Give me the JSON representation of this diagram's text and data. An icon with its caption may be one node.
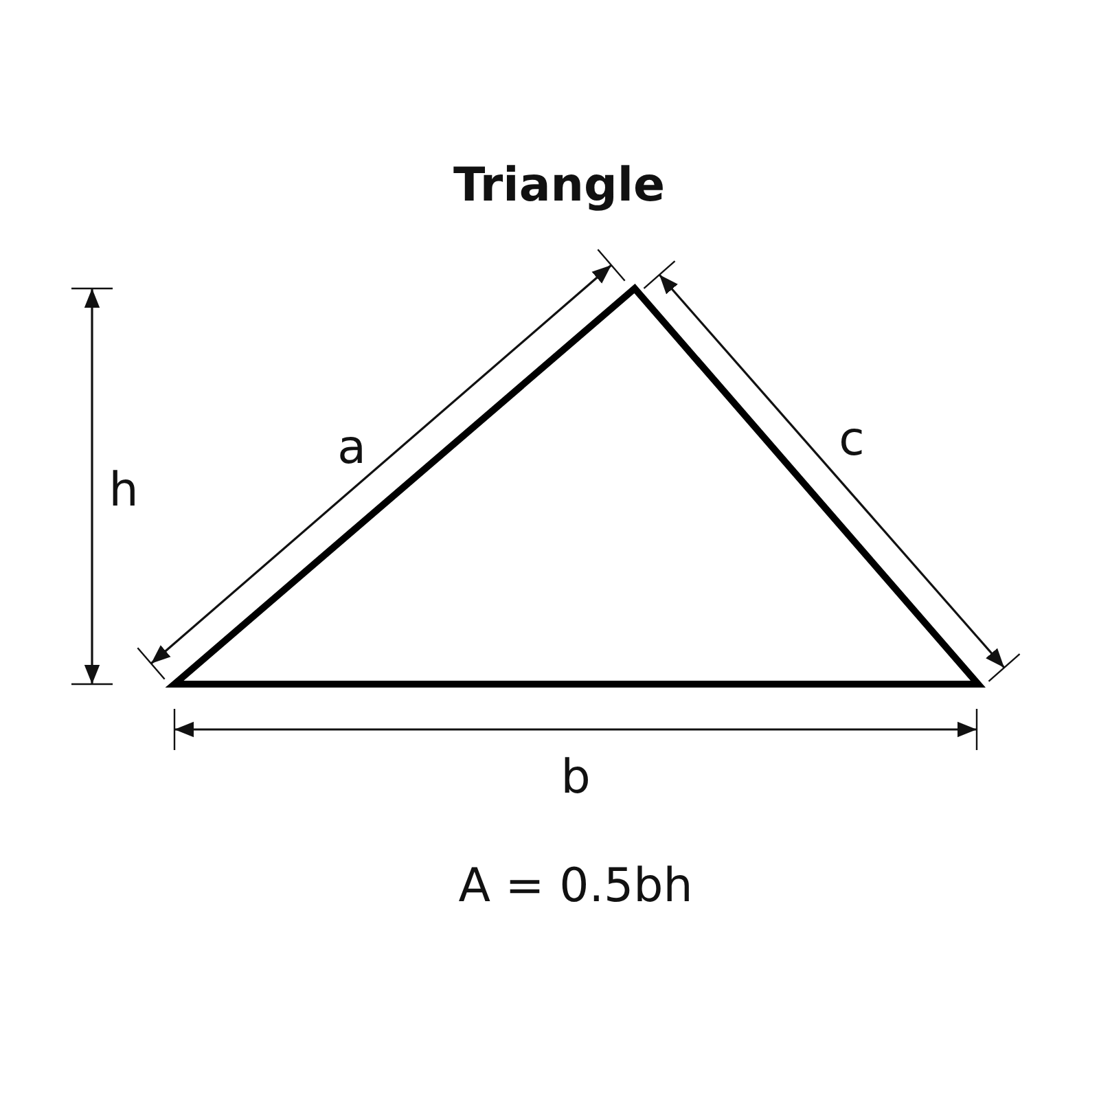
{
  "diagram": {
    "title": "Triangle",
    "labels": [
      "a",
      "c",
      "h",
      "b",
      "A = 0.5bh"
    ]
  }
}
